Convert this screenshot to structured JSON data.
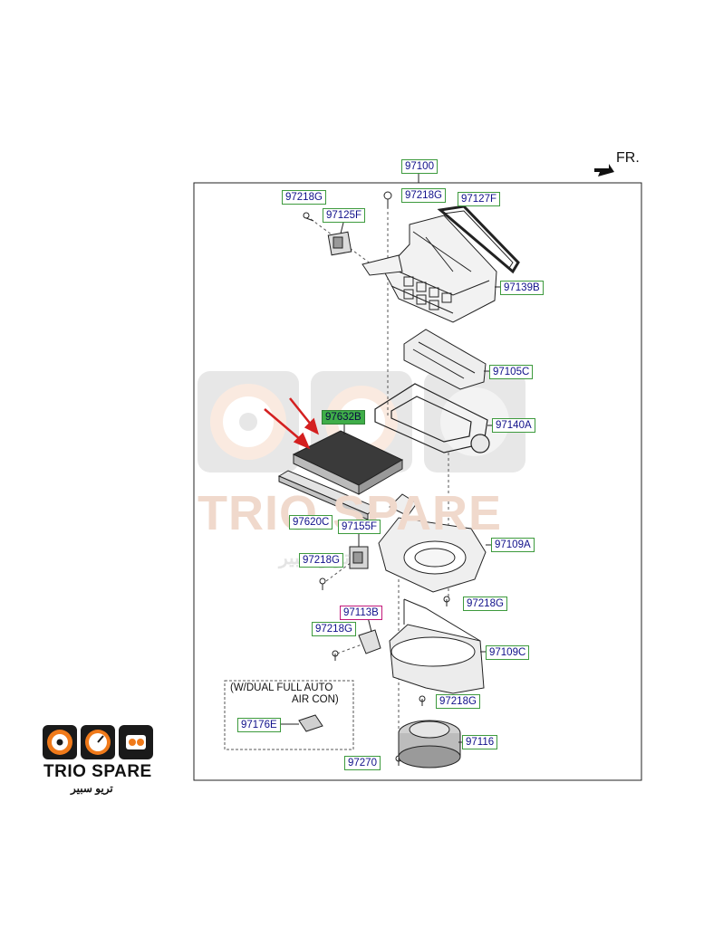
{
  "direction_label": "FR.",
  "top_label": "97100",
  "callouts": {
    "c1": "97218G",
    "c2": "97218G",
    "c3": "97127F",
    "c4": "97125F",
    "c5": "97139B",
    "c6": "97105C",
    "c7": "97632B",
    "c8": "97140A",
    "c9": "97620C",
    "c10": "97155F",
    "c11": "97109A",
    "c12": "97218G",
    "c13": "97218G",
    "c14": "97113B",
    "c15": "97218G",
    "c16": "97109C",
    "c17": "97218G",
    "c18": "97116",
    "c19": "97176E",
    "c20": "97270"
  },
  "option_note": {
    "line1": "(W/DUAL FULL AUTO",
    "line2": "AIR CON)"
  },
  "logo": {
    "brand": "TRIO SPARE",
    "brand_arabic": "تريو سبير"
  },
  "watermark": {
    "brand": "TRIO SPARE",
    "brand_arabic": "تريو سبير"
  },
  "colors": {
    "label_border": "#3d9a3d",
    "highlight": "#3fae49",
    "arrow": "#d42020",
    "logo_orange": "#f07a1a"
  }
}
